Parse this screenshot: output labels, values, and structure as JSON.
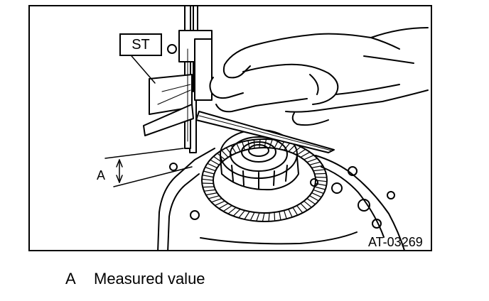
{
  "labels": {
    "st": "ST",
    "dimension": "A",
    "figure_code": "AT-03269"
  },
  "legend": [
    {
      "key": "A",
      "text": "Measured value"
    }
  ]
}
